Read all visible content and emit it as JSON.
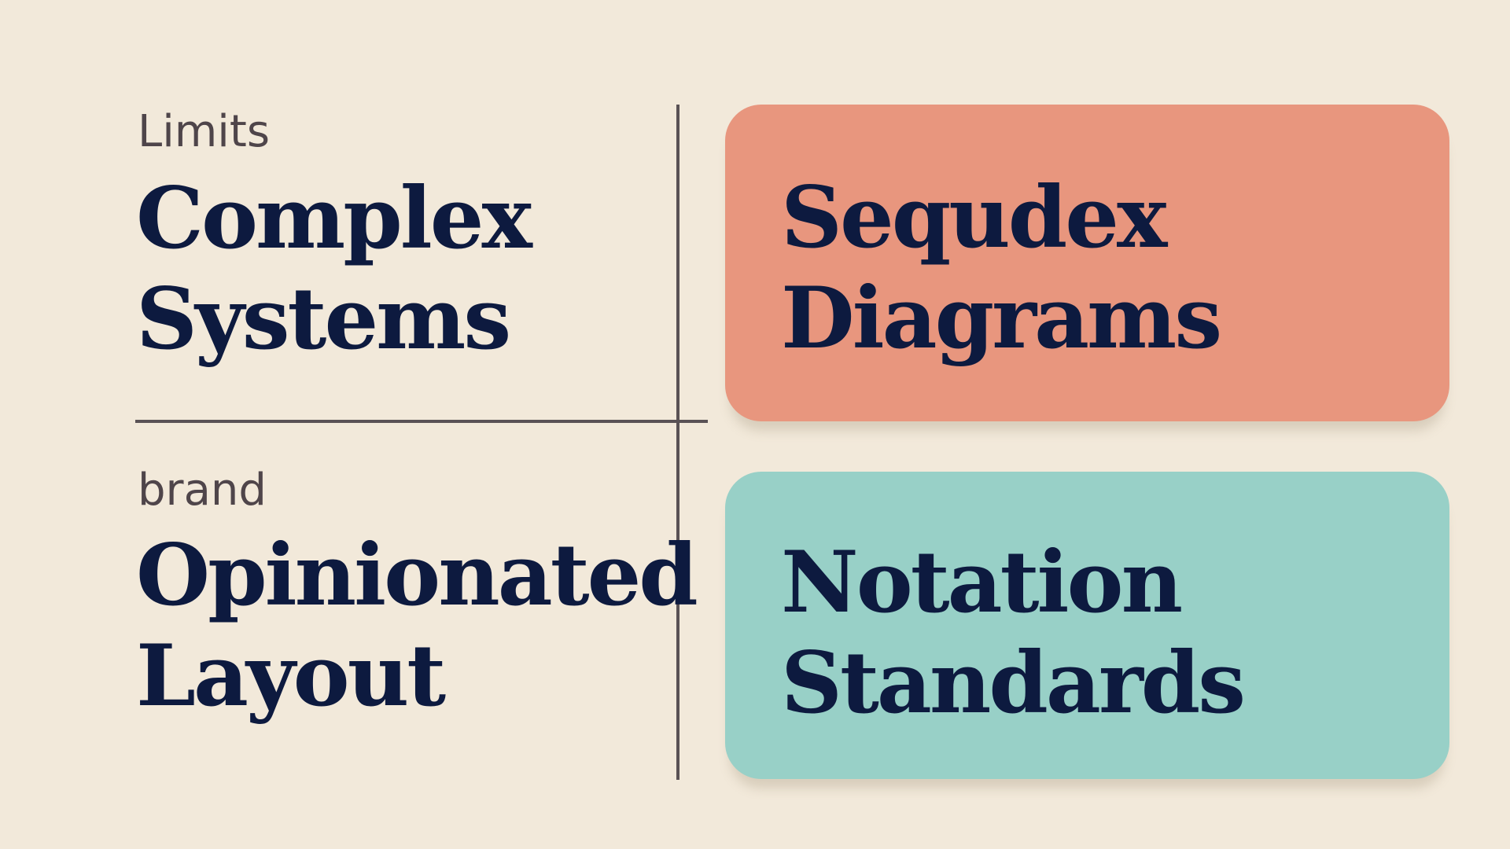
{
  "colors": {
    "background": "#F2E9DA",
    "heading_text": "#0D1A3F",
    "label_text": "#4F454A",
    "divider": "#5A5255",
    "card_top": "#E8967E",
    "card_bottom": "#98D0C7"
  },
  "left": {
    "top": {
      "label": "Limits",
      "title_lines": [
        "Complex",
        "Systems"
      ]
    },
    "bottom": {
      "label": "brand",
      "title_lines": [
        "Opinionated",
        "Layout"
      ]
    }
  },
  "right": {
    "top_card": {
      "title_lines": [
        "Sequdex",
        "Diagrams"
      ]
    },
    "bottom_card": {
      "title_lines": [
        "Notation",
        "Standards"
      ]
    }
  }
}
